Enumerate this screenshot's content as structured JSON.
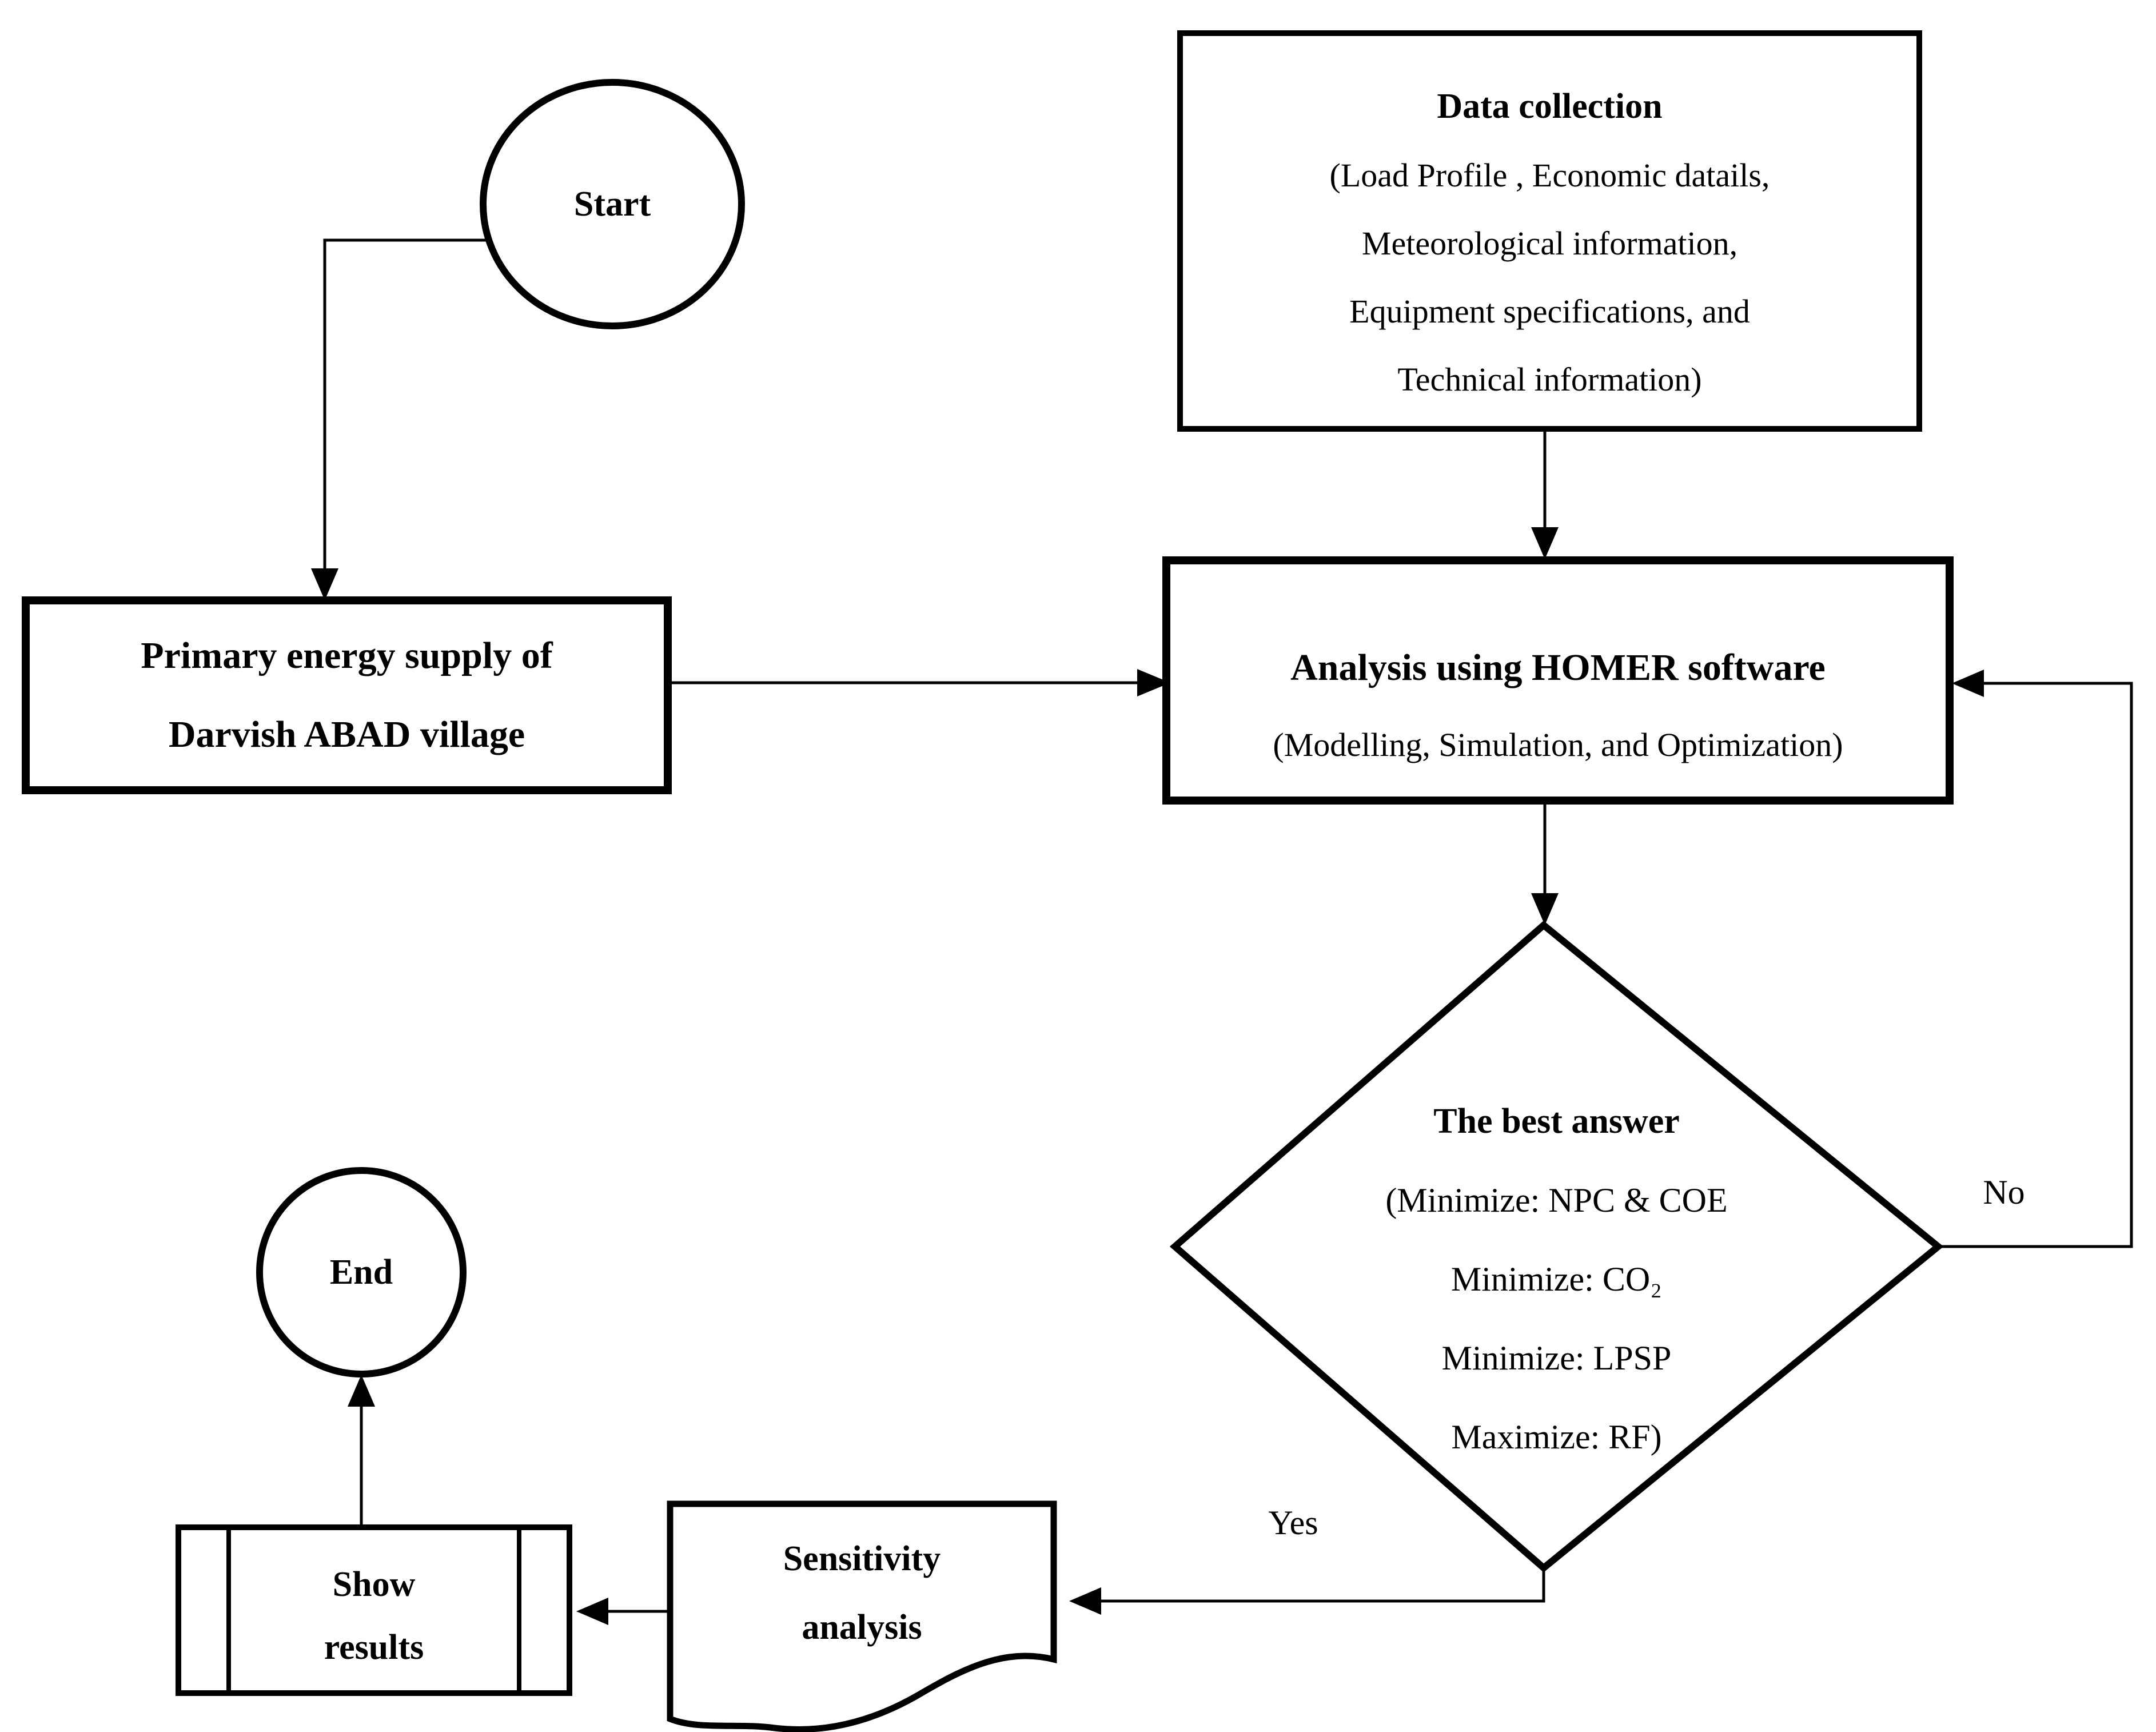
{
  "figure": {
    "colors": {
      "stroke": "#000000",
      "background": "#ffffff"
    },
    "nodes": {
      "start": {
        "label": "Start"
      },
      "data_collection": {
        "title": "Data collection",
        "lines": [
          "(Load Profile , Economic datails,",
          "Meteorological information,",
          "Equipment specifications, and",
          "Technical information)"
        ]
      },
      "primary_energy": {
        "lines": [
          "Primary energy supply of",
          "Darvish ABAD village"
        ]
      },
      "homer": {
        "title": "Analysis using HOMER software",
        "subtitle": "(Modelling, Simulation, and Optimization)"
      },
      "decision": {
        "title": "The best answer",
        "lines": [
          "(Minimize: NPC & COE",
          "Minimize: CO₂",
          "Minimize: LPSP",
          "Maximize: RF)"
        ]
      },
      "sensitivity": {
        "lines": [
          "Sensitivity",
          "analysis"
        ]
      },
      "show_results": {
        "lines": [
          "Show",
          "results"
        ]
      },
      "end": {
        "label": "End"
      }
    },
    "edge_labels": {
      "yes": "Yes",
      "no": "No"
    }
  }
}
